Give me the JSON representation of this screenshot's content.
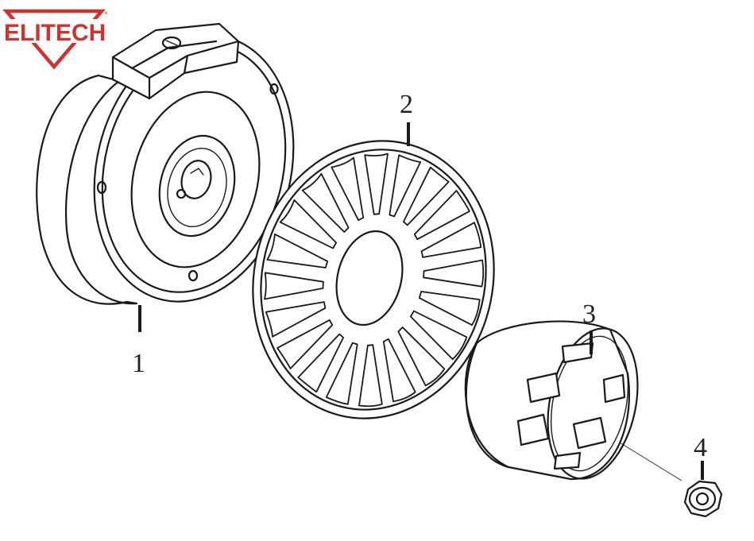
{
  "logo": {
    "text": "ELITECH",
    "mark": "×",
    "color": "#d2322d"
  },
  "callouts": [
    {
      "id": "flywheel",
      "label": "1"
    },
    {
      "id": "fan",
      "label": "2"
    },
    {
      "id": "starter-cup",
      "label": "3"
    },
    {
      "id": "nut",
      "label": "4"
    }
  ]
}
